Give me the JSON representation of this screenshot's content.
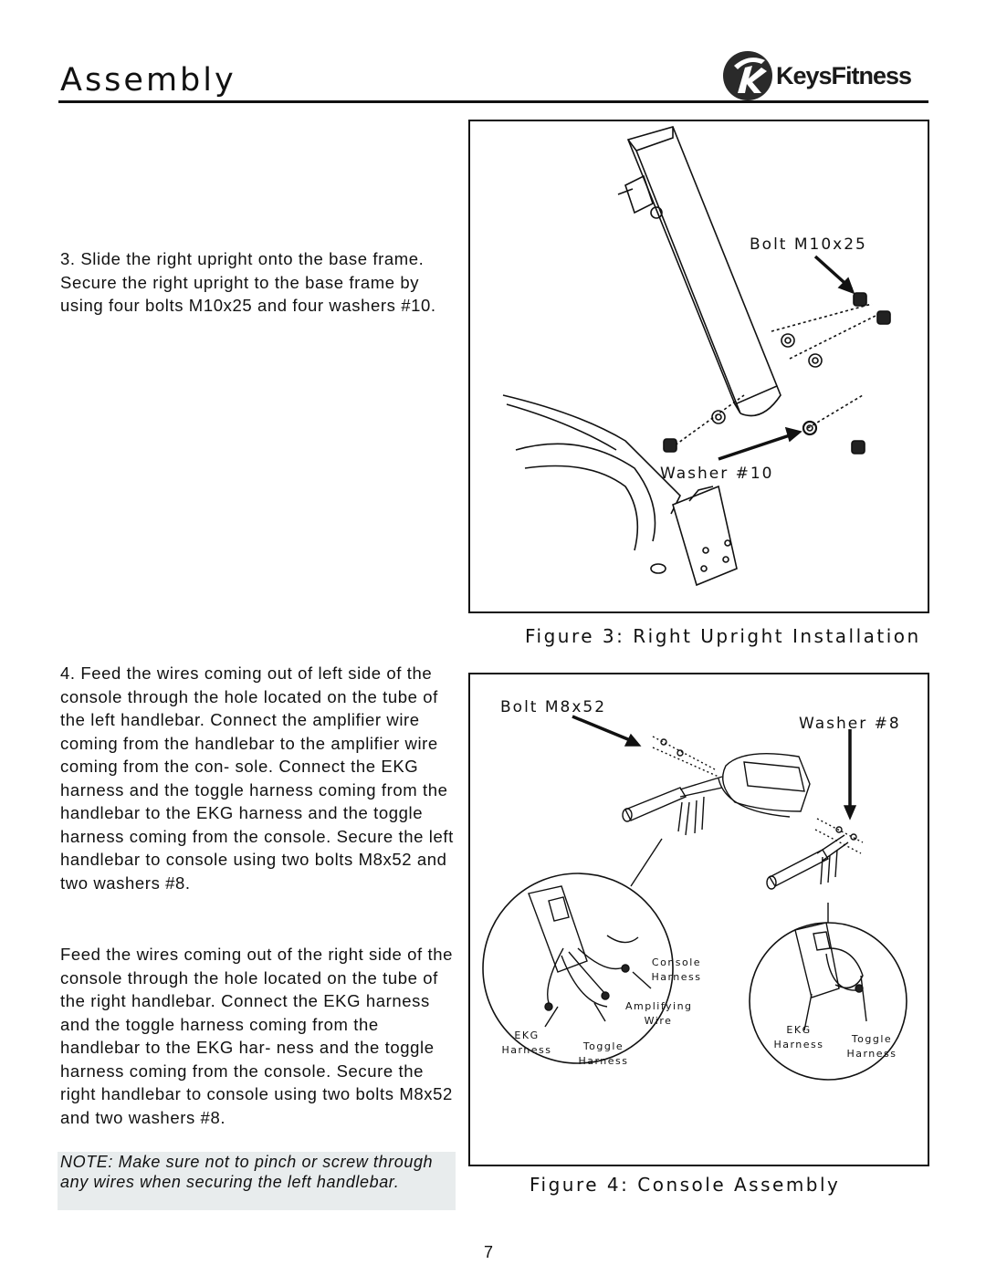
{
  "header": {
    "title": "Assembly",
    "logo_text": "KeysFitness"
  },
  "steps": {
    "step3": "3.  Slide the right upright onto the base frame.  Secure the right upright to the base frame by using four bolts M10x25 and four washers #10.",
    "step4": "4.  Feed the wires coming out of left side of the console through the hole located on the tube of the left handlebar.  Connect the amplifier wire coming from the handlebar to the amplifier wire coming from the con- sole.  Connect the EKG harness and the toggle harness coming from the handlebar to the EKG harness and the toggle harness coming from the console.  Secure the left handlebar to console using two bolts M8x52 and two washers #8.",
    "step4b": "Feed the wires coming out of the right side of the console through the hole located on the tube of the right handlebar.  Connect the EKG harness and the toggle harness coming from the handlebar to the EKG har- ness and the toggle harness coming from the console.  Secure the right handlebar to console using two bolts M8x52 and two washers #8.",
    "note": "NOTE:  Make sure not to pinch or screw through any wires when securing the left handlebar."
  },
  "figure3": {
    "caption": "Figure 3: Right Upright Installation",
    "bolt_label": "Bolt M10x25",
    "washer_label": "Washer #10"
  },
  "figure4": {
    "caption": "Figure 4: Console Assembly",
    "bolt_label": "Bolt M8x52",
    "washer_label": "Washer #8",
    "console_harness": "Console Harness",
    "amplifying_wire": "Amplifying Wire",
    "ekg_harness_left": "EKG Harness",
    "toggle_harness_left": "Toggle Harness",
    "ekg_harness_right": "EKG Harness",
    "toggle_harness_right": "Toggle Harness"
  },
  "footer": {
    "page_number": "7"
  }
}
